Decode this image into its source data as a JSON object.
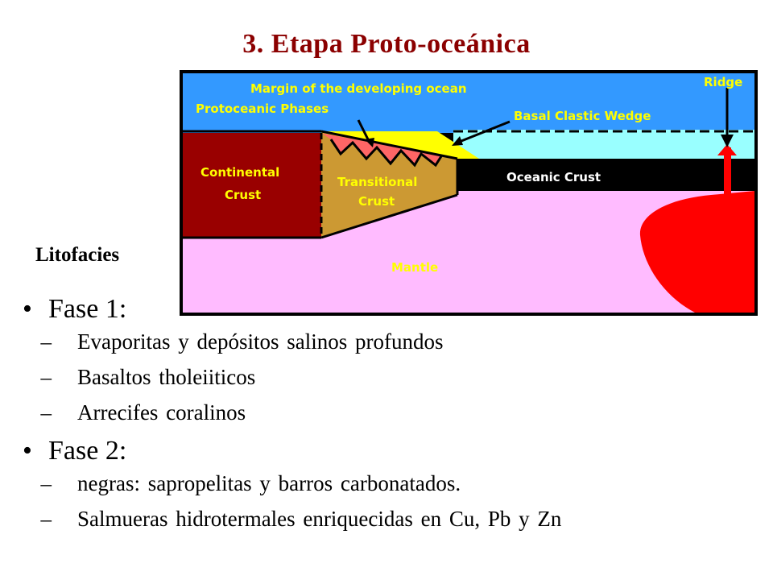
{
  "title": "3. Etapa Proto-oceánica",
  "litofacies_label": "Litofacies",
  "diagram": {
    "labels": {
      "margin": "Margin of the developing ocean",
      "ridge": "Ridge",
      "protoceanic": "Protoceanic Phases",
      "basal_wedge": "Basal Clastic Wedge",
      "continental_1": "Continental",
      "continental_2": "Crust",
      "transitional_1": "Transitional",
      "transitional_2": "Crust",
      "oceanic": "Oceanic Crust",
      "mantle": "Mantle"
    },
    "colors": {
      "sky": "#3399ff",
      "sea": "#99ffff",
      "continental": "#990000",
      "transitional": "#cc9933",
      "pink_deposits": "#ff6666",
      "wedge": "#ffff00",
      "oceanic": "#000000",
      "mantle": "#ffbbff",
      "magma": "#ff0000",
      "label_yellow": "#ffff00",
      "label_white": "#ffffff"
    }
  },
  "phases": [
    {
      "heading": "Fase 1:",
      "items": [
        "Evaporitas y depósitos salinos profundos",
        "Basaltos tholeiiticos",
        "Arrecifes coralinos"
      ]
    },
    {
      "heading": "Fase 2:",
      "items": [
        "negras: sapropelitas y barros carbonatados.",
        "Salmueras hidrotermales enriquecidas en Cu, Pb y Zn"
      ]
    }
  ]
}
